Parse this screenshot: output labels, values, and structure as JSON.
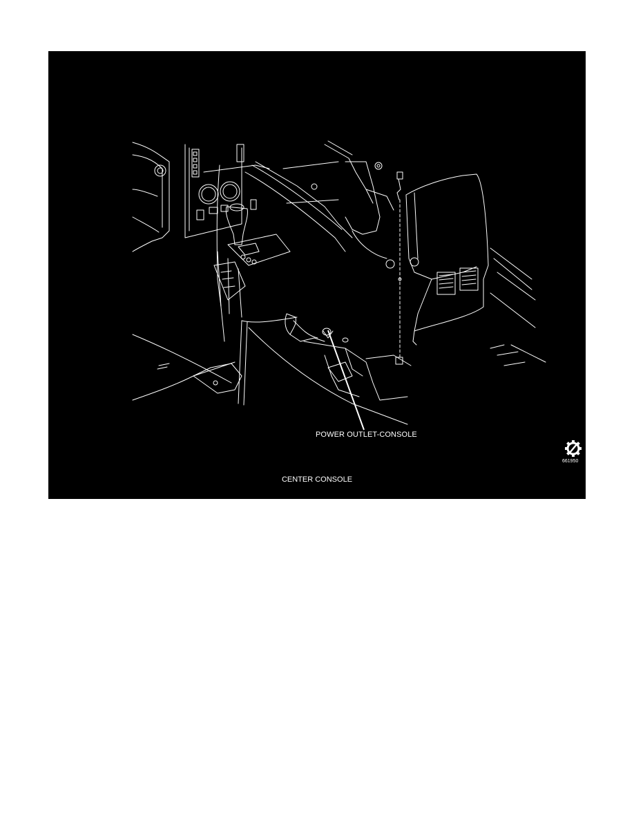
{
  "page": {
    "background": "#ffffff"
  },
  "figure": {
    "panel_color": "#000000",
    "line_color": "#ffffff",
    "illustration": "center-console-exploded-line-drawing",
    "callouts": [
      {
        "label": "POWER OUTLET-CONSOLE"
      }
    ],
    "caption": "CENTER CONSOLE",
    "logo": {
      "icon": "gear-no-symbol-icon",
      "code": "661950"
    }
  }
}
